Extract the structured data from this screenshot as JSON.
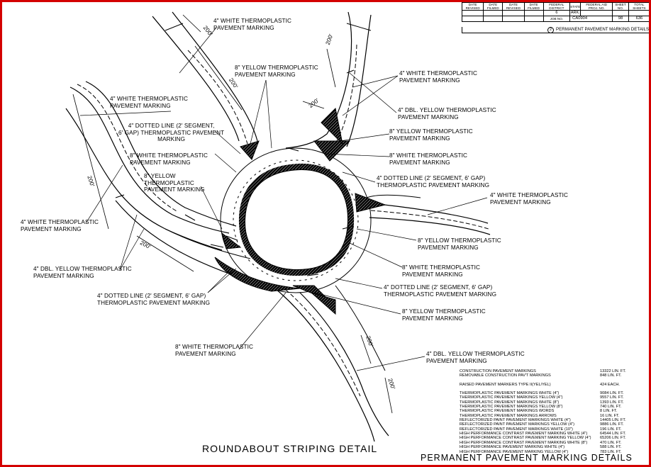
{
  "title_block": {
    "headers": [
      "DATE REVISED",
      "DATE FILMED",
      "DATE REVISED",
      "DATE FILMED",
      "FEDERAL DISTRICT",
      "STATE",
      "FEDERAL AID PROJ. NO.",
      "SHEET NO.",
      "TOTAL SHEETS"
    ],
    "district": "6",
    "state": "ARK.",
    "job_label": "JOB NO.",
    "job_no": "CA0904",
    "sheet_no": "98",
    "total_sheets": "636",
    "sheet_ref": "2",
    "sheet_title": "PERMANENT PAVEMENT MARKING DETAILS"
  },
  "dimensions": {
    "d1": "200'",
    "d2": "200'",
    "d3": "200'",
    "d4": "200'",
    "d5": "200'",
    "d6": "200'",
    "d7": "200'"
  },
  "callouts": {
    "c1": "4\" WHITE THERMOPLASTIC\nPAVEMENT MARKING",
    "c2": "8\" YELLOW THERMOPLASTIC\nPAVEMENT MARKING",
    "c3": "4\" WHITE THERMOPLASTIC\nPAVEMENT MARKING",
    "c4": "4\" DBL. YELLOW THERMOPLASTIC\nPAVEMENT MARKING",
    "c5": "4\" WHITE THERMOPLASTIC\nPAVEMENT MARKING",
    "c6": "4\" DOTTED LINE (2' SEGMENT,\n6' GAP) THERMOPLASTIC PAVEMENT\nMARKING",
    "c7": "8\" YELLOW THERMOPLASTIC\nPAVEMENT MARKING",
    "c8": "8\" WHITE THERMOPLASTIC\nPAVEMENT MARKING",
    "c9": "8\" WHITE THERMOPLASTIC\nPAVEMENT MARKING",
    "c10": "8\" YELLOW\nTHERMOPLASTIC\nPAVEMENT MARKING",
    "c11": "4\" DOTTED LINE (2' SEGMENT, 6' GAP)\nTHERMOPLASTIC PAVEMENT MARKING",
    "c12": "4\" WHITE THERMOPLASTIC\nPAVEMENT MARKING",
    "c13": "4\" WHITE THERMOPLASTIC\nPAVEMENT MARKING",
    "c14": "8\" YELLOW THERMOPLASTIC\nPAVEMENT MARKING",
    "c15": "4\" DBL. YELLOW THERMOPLASTIC\nPAVEMENT MARKING",
    "c16": "8\" WHITE THERMOPLASTIC\nPAVEMENT MARKING",
    "c17": "4\" DOTTED LINE (2' SEGMENT, 6' GAP)\nTHERMOPLASTIC PAVEMENT MARKING",
    "c18": "4\" DOTTED LINE (2' SEGMENT, 6' GAP)\nTHERMOPLASTIC PAVEMENT MARKING",
    "c19": "8\" YELLOW THERMOPLASTIC\nPAVEMENT MARKING",
    "c20": "8\" WHITE THERMOPLASTIC\nPAVEMENT MARKING",
    "c21": "4\" DBL. YELLOW THERMOPLASTIC\nPAVEMENT MARKING"
  },
  "quantities": {
    "group1": [
      {
        "item": "CONSTRUCTION PAVEMENT MARKINGS",
        "qty": "13322 LIN. FT."
      },
      {
        "item": "REMOVABLE CONSTRUCTION PAV'T MARKINGS",
        "qty": "848 LIN. FT."
      }
    ],
    "group2": [
      {
        "item": "RAISED PAVEMENT MARKERS TYPE II(YEL/YEL)",
        "qty": "424 EACH."
      }
    ],
    "group3": [
      {
        "item": "THERMOPLASTIC PAVEMENT MARKINGS WHITE (4\")",
        "qty": "9084 LIN. FT."
      },
      {
        "item": "THERMOPLASTIC PAVEMENT MARKINGS YELLOW (4\")",
        "qty": "9557 LIN. FT."
      },
      {
        "item": "THERMOPLASTIC PAVEMENT MARKINGS WHITE (8\")",
        "qty": "1393 LIN. FT."
      },
      {
        "item": "THERMOPLASTIC PAVEMENT MARKINGS YELLOW (8\")",
        "qty": "740 LIN. FT."
      },
      {
        "item": "THERMOPLASTIC PAVEMENT MARKINGS WORDS",
        "qty": "8 LIN. FT."
      },
      {
        "item": "THERMOPLASTIC PAVEMENT MARKINGS ARROWS",
        "qty": "16 LIN. FT."
      },
      {
        "item": "REFLECTORIZED PAINT PAVEMENT MARKINGS WHITE (4\")",
        "qty": "14405 LIN. FT."
      },
      {
        "item": "REFLECTORIZED PAINT PAVEMENT MARKINGS YELLOW (4\")",
        "qty": "9886 LIN. FT."
      },
      {
        "item": "REFLECTORIZED PAINT PAVEMENT MARKINGS WHITE (10\")",
        "qty": "196 LIN. FT."
      },
      {
        "item": "HIGH PERFORMANCE CONTRAST PAVEMENT MARKING WHITE (4\")",
        "qty": "64544 LIN. FT."
      },
      {
        "item": "HIGH PERFORMANCE CONTRAST PAVEMENT MARKING YELLOW (4\")",
        "qty": "65206 LIN. FT."
      },
      {
        "item": "HIGH PERFORMANCE CONTRAST PAVEMENT MARKING WHITE (8\")",
        "qty": "470 LIN. FT."
      },
      {
        "item": "HIGH PERFORMANCE PAVEMENT MARKING WHITE (4\")",
        "qty": "588 LIN. FT."
      },
      {
        "item": "HIGH PERFORMANCE PAVEMENT MARKING YELLOW (4\")",
        "qty": "783 LIN. FT."
      }
    ]
  },
  "drawing_title": "ROUNDABOUT STRIPING DETAIL",
  "sheet_footer_title": "PERMANENT PAVEMENT MARKING DETAILS",
  "colors": {
    "border": "#d40000",
    "ink": "#000000"
  }
}
